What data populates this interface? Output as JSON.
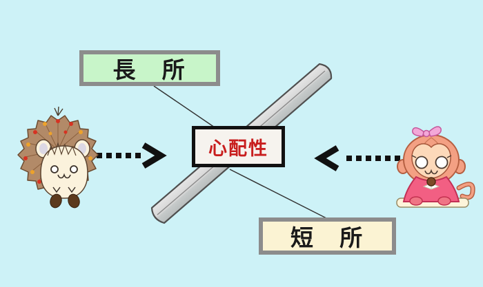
{
  "labels": {
    "merit": "長　所",
    "trait": "心配性",
    "demerit": "短　所"
  },
  "colors": {
    "background": "#cdf2f7",
    "merit_box_fill": "#c8f5c9",
    "merit_box_border": "#8c8c8c",
    "demerit_box_fill": "#fbf3d3",
    "demerit_box_border": "#8c8c8c",
    "trait_box_fill": "#f6f3ee",
    "trait_box_border": "#111111",
    "trait_text": "#c81e1e",
    "label_text": "#1a1a1a",
    "bar_light": "#e4e4e4",
    "bar_dark": "#b9bebe",
    "bar_outline": "#4f4f4f",
    "arrow": "#111111",
    "connector_line": "#333333"
  },
  "icons": {
    "center_graphic": "seesaw-bar",
    "left_character": "hedgehog-illustration",
    "right_character": "monkey-girl-illustration",
    "left_arrow": "dotted-arrow-right",
    "right_arrow": "dotted-arrow-left"
  }
}
